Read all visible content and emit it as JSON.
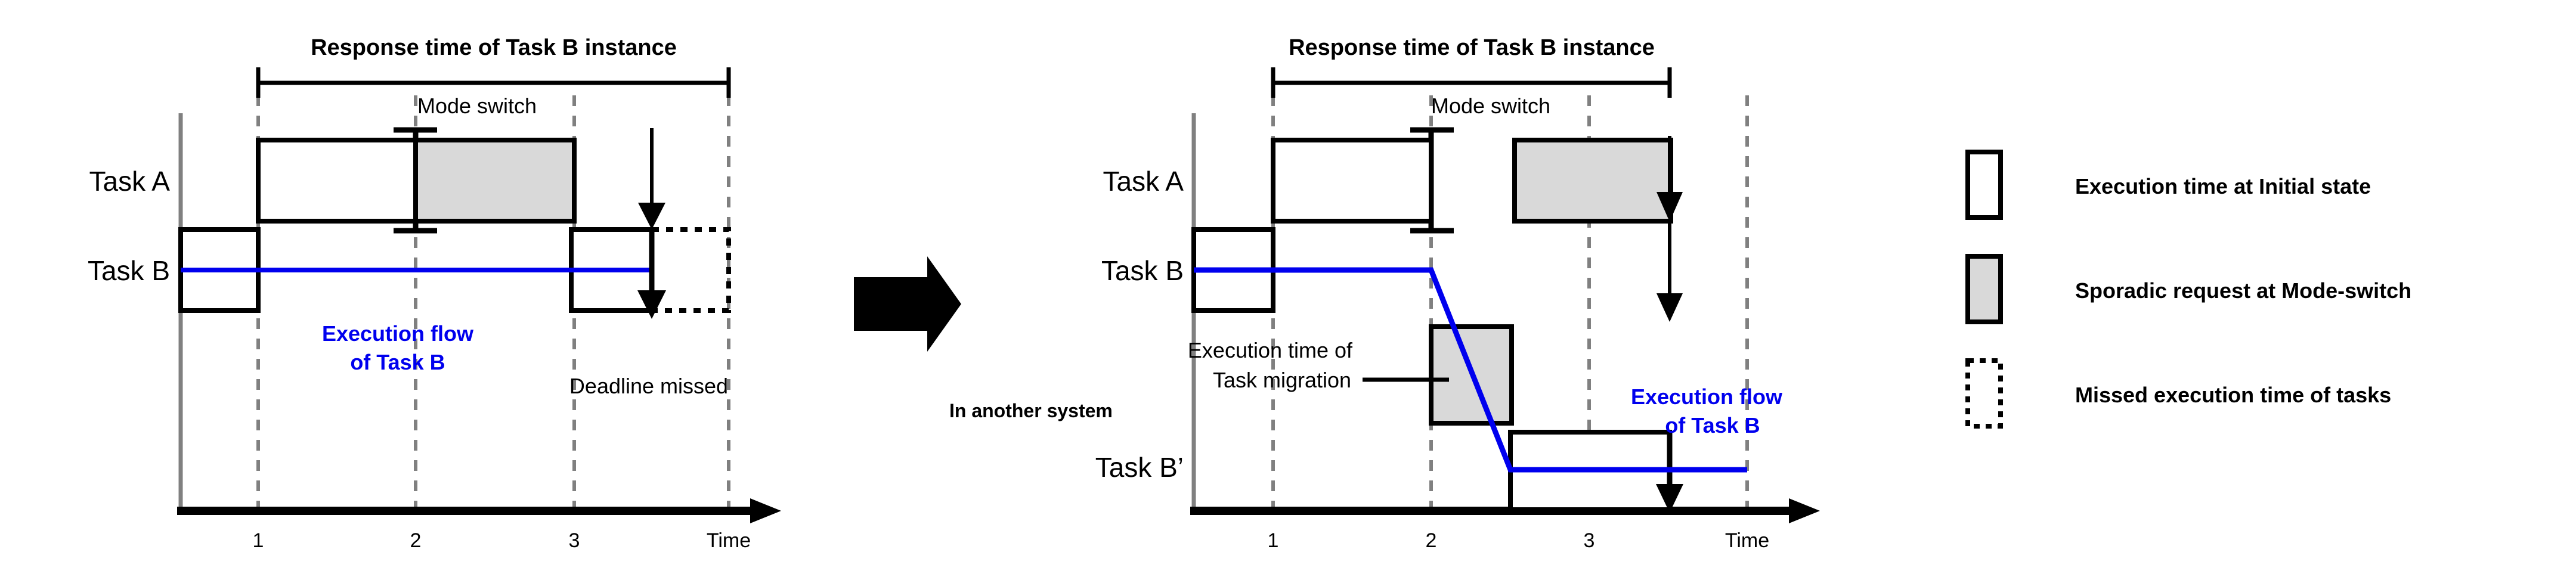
{
  "figure": {
    "title_left": "Response time of Task B instance",
    "title_right": "Response time of Task B instance"
  },
  "left_diagram": {
    "name": "initial-schedule-deadline-miss",
    "response_time_label": "Response time of Task B instance",
    "mode_switch_label": "Mode switch",
    "rows": [
      {
        "label": "Task A"
      },
      {
        "label": "Task B"
      }
    ],
    "annotations": {
      "execution_flow_line1": "Execution flow",
      "execution_flow_line2": "of Task B",
      "deadline_missed": "Deadline missed"
    },
    "axis": {
      "time_label": "Time",
      "ticks": [
        "1",
        "2",
        "3"
      ]
    }
  },
  "transition_arrow": {
    "name": "transition-arrow",
    "direction": "right"
  },
  "right_diagram": {
    "name": "migration-schedule-deadline-met",
    "response_time_label": "Response time of Task B instance",
    "mode_switch_label": "Mode switch",
    "rows": [
      {
        "label": "Task A"
      },
      {
        "label": "Task B"
      },
      {
        "label": "Task B’"
      }
    ],
    "annotations": {
      "migration_line1": "Execution time of",
      "migration_line2": "Task migration",
      "another_system": "In another system",
      "execution_flow_line1": "Execution flow",
      "execution_flow_line2": "of Task B"
    },
    "axis": {
      "time_label": "Time",
      "ticks": [
        "1",
        "2",
        "3"
      ]
    }
  },
  "legend": {
    "name": "legend",
    "items": [
      {
        "swatch": "outline",
        "label": "Execution time at Initial state"
      },
      {
        "swatch": "filled",
        "label": "Sporadic request at Mode-switch"
      },
      {
        "swatch": "dotted",
        "label": "Missed execution time of tasks"
      }
    ]
  },
  "colors": {
    "ink": "#000000",
    "grid": "#808080",
    "sporadic_fill": "#d9d9d9",
    "flow_blue": "#0000ee",
    "background": "#ffffff"
  },
  "chart_data": {
    "type": "table",
    "title": "Task schedule timeline before / after task migration",
    "xlabel": "Time",
    "xlim": [
      0,
      4
    ],
    "grid": true,
    "legend_position": "right",
    "panels": [
      {
        "name": "left",
        "caption": "Response time of Task B instance",
        "rows": [
          {
            "task": "Task A",
            "blocks": [
              {
                "start": 1,
                "end": 2,
                "kind": "initial"
              },
              {
                "start": 2,
                "end": 3,
                "kind": "sporadic"
              }
            ]
          },
          {
            "task": "Task B",
            "blocks": [
              {
                "start": 0.5,
                "end": 1,
                "kind": "initial"
              },
              {
                "start": 2.9,
                "end": 3.4,
                "kind": "initial"
              },
              {
                "start": 3.4,
                "end": 3.9,
                "kind": "missed"
              }
            ]
          }
        ],
        "span_markers": [
          {
            "label": "Response time of Task B instance",
            "start": 1,
            "end": 3.9
          },
          {
            "label": "Mode switch",
            "at": 2
          }
        ],
        "events": [
          {
            "label": "Deadline missed",
            "at": 3.4
          }
        ],
        "flow_line": {
          "label": "Execution flow of Task B",
          "points": [
            [
              0.5,
              "TaskB"
            ],
            [
              3.4,
              "TaskB"
            ]
          ]
        }
      },
      {
        "name": "right",
        "caption": "Response time of Task B instance",
        "rows": [
          {
            "task": "Task A",
            "blocks": [
              {
                "start": 1,
                "end": 2,
                "kind": "initial"
              },
              {
                "start": 2.5,
                "end": 3.5,
                "kind": "sporadic"
              }
            ]
          },
          {
            "task": "Task B",
            "blocks": [
              {
                "start": 0.5,
                "end": 1,
                "kind": "initial"
              }
            ]
          },
          {
            "task": "Task migration",
            "blocks": [
              {
                "start": 2,
                "end": 2.5,
                "kind": "sporadic"
              }
            ]
          },
          {
            "task": "Task B’",
            "blocks": [
              {
                "start": 2.5,
                "end": 3.5,
                "kind": "initial"
              }
            ]
          }
        ],
        "span_markers": [
          {
            "label": "Response time of Task B instance",
            "start": 1,
            "end": 3.5
          },
          {
            "label": "Mode switch",
            "at": 2
          }
        ],
        "events": [],
        "flow_line": {
          "label": "Execution flow of Task B",
          "points": [
            [
              0.5,
              "TaskB"
            ],
            [
              2,
              "TaskB"
            ],
            [
              2.5,
              "TaskBp"
            ],
            [
              4,
              "TaskBp"
            ]
          ]
        }
      }
    ]
  }
}
